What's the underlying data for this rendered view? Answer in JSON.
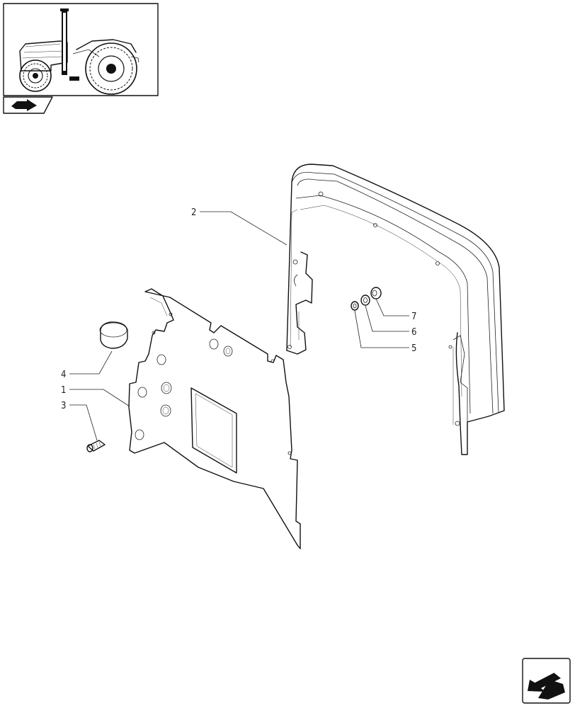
{
  "callouts": [
    {
      "id": "1",
      "label": "1"
    },
    {
      "id": "2",
      "label": "2"
    },
    {
      "id": "3",
      "label": "3"
    },
    {
      "id": "4",
      "label": "4"
    },
    {
      "id": "5",
      "label": "5"
    },
    {
      "id": "6",
      "label": "6"
    },
    {
      "id": "7",
      "label": "7"
    }
  ],
  "icons": {
    "thumbnail": "tractor-location-thumbnail",
    "section": "section-tab-icon",
    "next_page": "next-page-arrow-icon"
  },
  "colors": {
    "line": "#111111",
    "background": "#ffffff"
  }
}
